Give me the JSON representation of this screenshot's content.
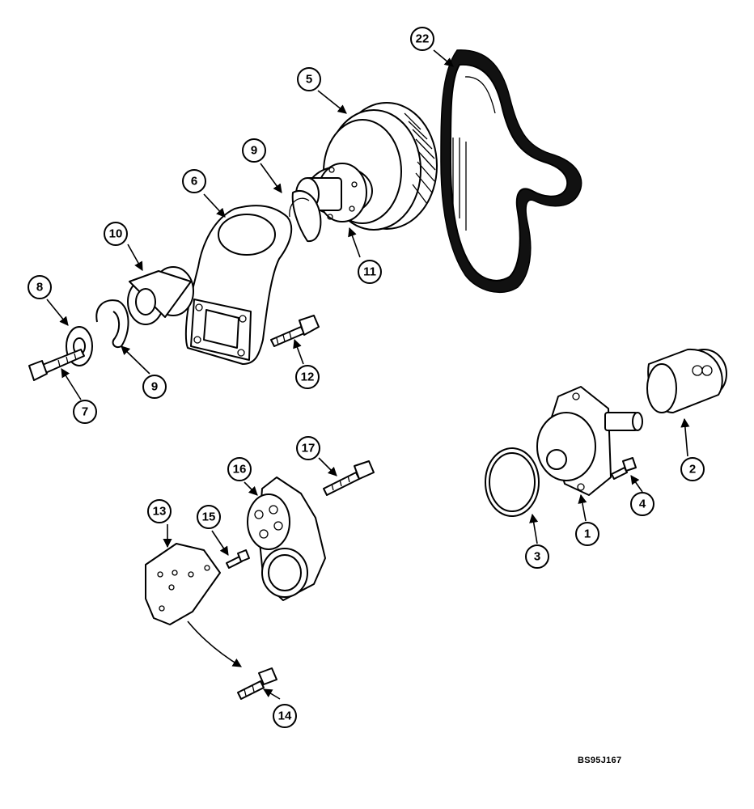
{
  "diagram": {
    "reference_code": "BS95J167",
    "callouts": [
      "1",
      "2",
      "3",
      "4",
      "5",
      "6",
      "7",
      "8",
      "9",
      "9",
      "10",
      "11",
      "12",
      "13",
      "14",
      "15",
      "16",
      "17",
      "22"
    ]
  }
}
